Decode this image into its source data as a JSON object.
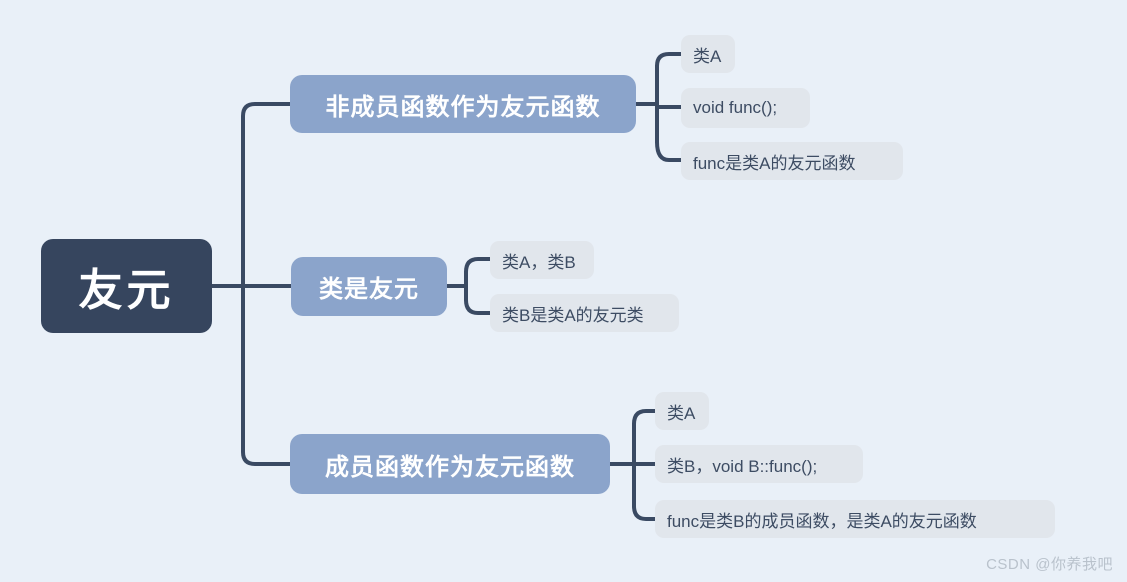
{
  "diagram": {
    "type": "mindmap",
    "title": "友元",
    "background_color": "#e9f0f8",
    "root": {
      "label": "友元",
      "color": "#36455e",
      "text_color": "#ffffff"
    },
    "branch_color": "#8ba4cb",
    "leaf_color": "#e1e6ec",
    "connector_color": "#3a4a63",
    "branches": [
      {
        "label": "非成员函数作为友元函数",
        "leaves": [
          {
            "label": "类A"
          },
          {
            "label": "void func();"
          },
          {
            "label": "func是类A的友元函数"
          }
        ]
      },
      {
        "label": "类是友元",
        "leaves": [
          {
            "label": "类A，类B"
          },
          {
            "label": "类B是类A的友元类"
          }
        ]
      },
      {
        "label": "成员函数作为友元函数",
        "leaves": [
          {
            "label": "类A"
          },
          {
            "label": "类B，void B::func();"
          },
          {
            "label": "func是类B的成员函数，是类A的友元函数"
          }
        ]
      }
    ]
  },
  "watermark": {
    "text": "CSDN @你养我吧"
  }
}
